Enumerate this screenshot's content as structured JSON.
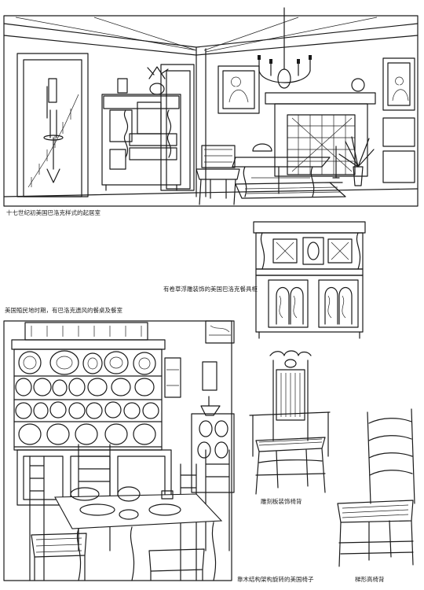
{
  "captions": {
    "room": "十七世纪初美国巴洛克样式的起居室",
    "cupboard": "有卷草浮雕装饰的美国巴洛克餐具柜",
    "dining": "美国殖民地时期，有巴洛克遗风的餐桌及餐室",
    "armchair": "雕刻板装饰椅背",
    "ladderback": "梯形高椅背",
    "chairs_note": "靠木结构架构旋转的美国椅子"
  },
  "colors": {
    "ink": "#1a1a1a",
    "paper": "#ffffff"
  }
}
